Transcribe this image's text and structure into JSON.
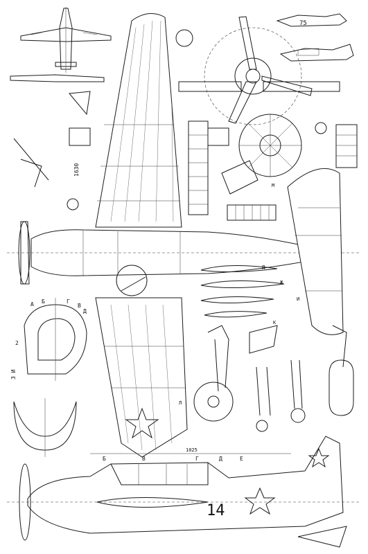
{
  "sheet": {
    "dimension_wing": "1630",
    "dimension_fuselage": "1025",
    "tail_number": "14",
    "side_view_number": "75",
    "section_letters_top": [
      "Б",
      "В",
      "Г",
      "Д",
      "Е"
    ],
    "section_letters_detail": [
      "А",
      "Б",
      "Г",
      "В",
      "Д"
    ],
    "marker_letters": [
      "Д",
      "Ж",
      "И",
      "К",
      "Л",
      "М"
    ],
    "scale_labels": [
      "2",
      "3 И"
    ]
  }
}
